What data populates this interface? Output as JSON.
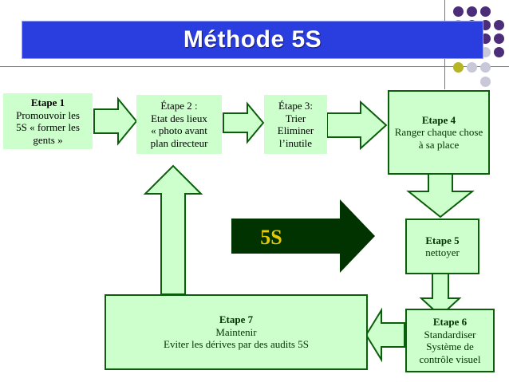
{
  "title": "Méthode 5S",
  "center_label": "5S",
  "steps": {
    "step1": {
      "line1": "Etape 1",
      "line2": "Promouvoir les",
      "line3": "5S « former les",
      "line4": "gents »"
    },
    "step2": {
      "line1": "Étape 2 :",
      "line2": "Etat des lieux",
      "line3": "« photo avant",
      "line4": "plan directeur"
    },
    "step3": {
      "line1": "Étape 3:",
      "line2": "Trier",
      "line3": "Eliminer",
      "line4": "l’inutile"
    },
    "step4": {
      "line1": "Etape 4",
      "line2": "Ranger chaque chose",
      "line3": "à sa place"
    },
    "step5": {
      "line1": "Etape 5",
      "line2": "nettoyer"
    },
    "step6": {
      "line1": "Etape 6",
      "line2": "Standardiser",
      "line3": "Système de",
      "line4": "contrôle visuel"
    },
    "step7": {
      "line1": "Etape 7",
      "line2": "Maintenir",
      "line3": "Eviter les dérives par des audits 5S"
    }
  },
  "colors": {
    "title_bg": "#2a3ee0",
    "box_fill": "#ccffcc",
    "box_border": "#0b5e0b",
    "arrow_fill": "#ccffcc",
    "center_arrow": "#003300",
    "center_text": "#e8c800",
    "dot_purple": "#4b2d7a",
    "dot_olive": "#b5b526",
    "dot_gray": "#c8c8d8"
  }
}
